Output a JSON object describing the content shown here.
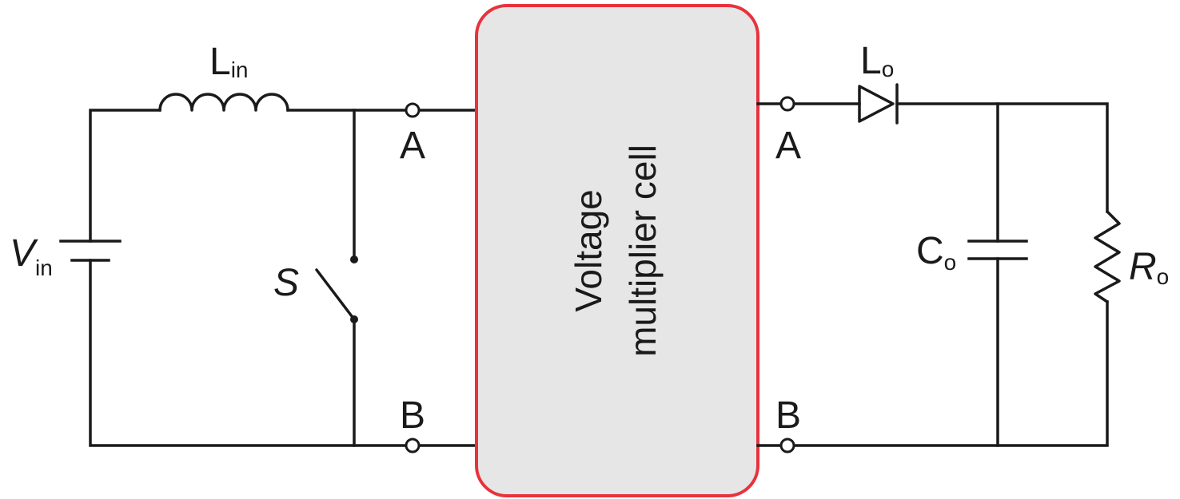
{
  "block": {
    "line1": "Voltage",
    "line2": "multiplier cell",
    "fill_color": "#e6e6e6",
    "border_color": "#e8323c"
  },
  "labels": {
    "vin_main": "V",
    "vin_sub": "in",
    "lin_main": "L",
    "lin_sub": "in",
    "switch": "S",
    "node_a_left": "A",
    "node_b_left": "B",
    "node_a_right": "A",
    "node_b_right": "B",
    "lo_main": "L",
    "lo_sub": "o",
    "co_main": "C",
    "co_sub": "o",
    "ro_main": "R",
    "ro_sub": "o"
  }
}
